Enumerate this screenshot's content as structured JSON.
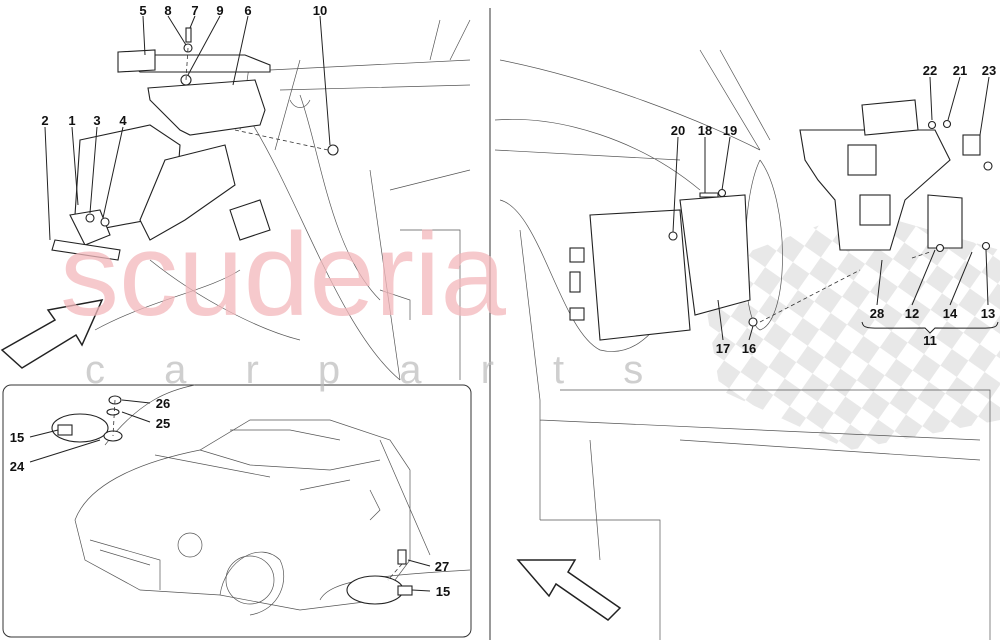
{
  "watermark": {
    "brand": "scuderia",
    "sub": "c a r p a r t s",
    "brand_color": "#f3b8bc"
  },
  "left_panel": {
    "callouts": {
      "c5": "5",
      "c8": "8",
      "c7": "7",
      "c9": "9",
      "c6": "6",
      "c10": "10",
      "c2": "2",
      "c1": "1",
      "c3": "3",
      "c4": "4"
    }
  },
  "inset_panel": {
    "callouts": {
      "c26": "26",
      "c25": "25",
      "c15a": "15",
      "c24": "24",
      "c27": "27",
      "c15b": "15"
    }
  },
  "right_panel": {
    "callouts": {
      "c20": "20",
      "c18": "18",
      "c19": "19",
      "c22": "22",
      "c21": "21",
      "c23": "23",
      "c17": "17",
      "c16": "16",
      "c28": "28",
      "c12": "12",
      "c14": "14",
      "c13": "13",
      "c11": "11"
    }
  },
  "icons": [
    "direction-arrow-icon",
    "direction-arrow-icon"
  ]
}
